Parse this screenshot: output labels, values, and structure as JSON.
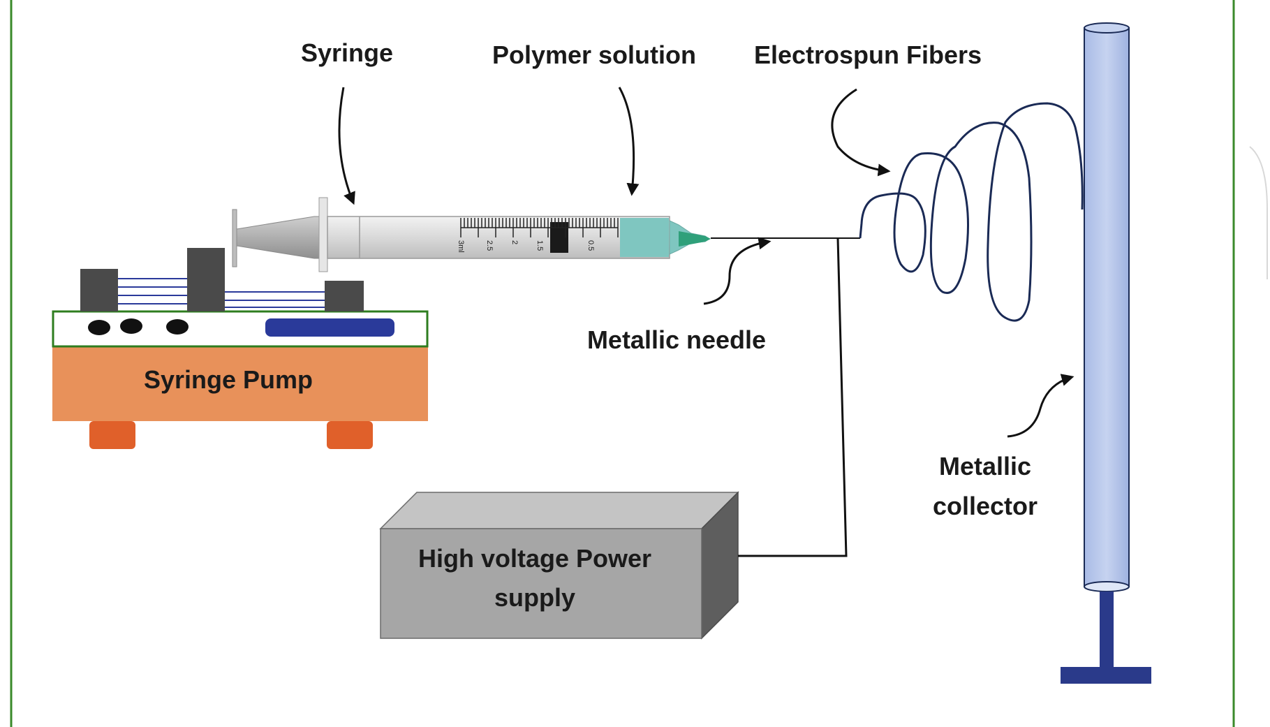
{
  "labels": {
    "syringe": "Syringe",
    "polymer_solution": "Polymer solution",
    "electrospun_fibers": "Electrospun Fibers",
    "metallic_needle": "Metallic needle",
    "syringe_pump": "Syringe Pump",
    "power_supply_line1": "High voltage Power",
    "power_supply_line2": "supply",
    "collector_line1": "Metallic",
    "collector_line2": "collector"
  },
  "syringe_scale": [
    "3ml",
    "2.5",
    "2",
    "1.5",
    "0.5"
  ],
  "colors": {
    "border": "#3a8a2a",
    "pump_body": "#e8915a",
    "pump_feet": "#e0602a",
    "pump_deck_border": "#2e7d1f",
    "pump_blocks": "#4a4a4a",
    "pump_slot": "#2a3a9a",
    "fluid": "#7fc6c0",
    "needle_tip": "#2fa07a",
    "fiber": "#1a2a55",
    "collector": "#b8c8ea",
    "collector_stand": "#2a3a8a",
    "power_front": "#a6a6a6",
    "power_top": "#c4c4c4",
    "power_side": "#5e5e5e"
  }
}
